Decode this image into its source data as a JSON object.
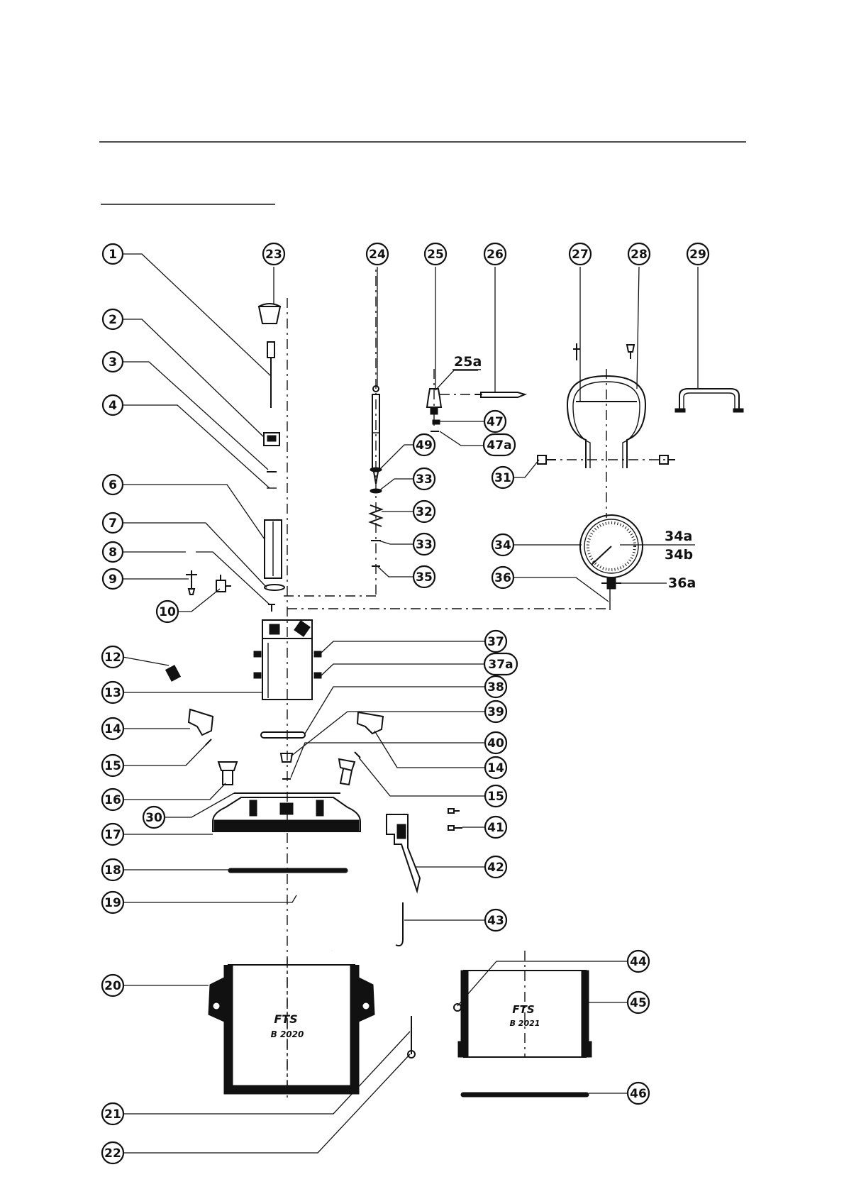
{
  "callouts": {
    "c1": "1",
    "c2": "2",
    "c3": "3",
    "c4": "4",
    "c6": "6",
    "c7": "7",
    "c8": "8",
    "c9": "9",
    "c10": "10",
    "c12": "12",
    "c13": "13",
    "c14a": "14",
    "c14b": "14",
    "c15a": "15",
    "c15b": "15",
    "c16": "16",
    "c17": "17",
    "c18": "18",
    "c19": "19",
    "c20": "20",
    "c21": "21",
    "c22": "22",
    "c23": "23",
    "c24": "24",
    "c25": "25",
    "c26": "26",
    "c27": "27",
    "c28": "28",
    "c29": "29",
    "c30": "30",
    "c31": "31",
    "c32": "32",
    "c33a": "33",
    "c33b": "33",
    "c34": "34",
    "c35": "35",
    "c36": "36",
    "c37": "37",
    "c37a": "37a",
    "c38": "38",
    "c39": "39",
    "c40": "40",
    "c41": "41",
    "c42": "42",
    "c43": "43",
    "c44": "44",
    "c45": "45",
    "c46": "46",
    "c47": "47",
    "c47a": "47a",
    "c49": "49"
  },
  "labels": {
    "l25a": "25a",
    "l34a": "34a",
    "l34b": "34b",
    "l36a": "36a"
  },
  "stamps": {
    "tank_large_brand": "FTS",
    "tank_large_code": "B 2020",
    "tank_small_brand": "FTS",
    "tank_small_code": "B 2021"
  }
}
